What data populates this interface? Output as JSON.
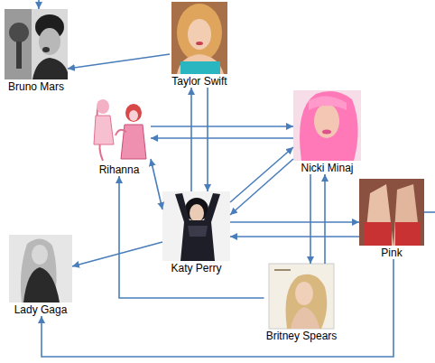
{
  "diagram": {
    "nodes": [
      {
        "text": [
          "Bruno Mars"
        ]
      },
      {
        "text": [
          "Taylor Swift"
        ]
      },
      {
        "text": [
          "Rihanna"
        ]
      },
      {
        "text": [
          "Nicki Minaj"
        ]
      },
      {
        "text": [
          "Katy Perry"
        ]
      },
      {
        "text": [
          "Pink"
        ]
      },
      {
        "text": [
          "Lady Gaga"
        ]
      },
      {
        "text": [
          "Britney Spears"
        ]
      }
    ],
    "edges": [
      {
        "from": 1,
        "to": 0,
        "arrow": "to"
      },
      {
        "from": 4,
        "to": 1,
        "arrow": "to"
      },
      {
        "from": 1,
        "to": 4,
        "arrow": "to"
      },
      {
        "from": 2,
        "to": 3,
        "arrow": "to"
      },
      {
        "from": 3,
        "to": 2,
        "arrow": "to"
      },
      {
        "from": 2,
        "to": 4,
        "arrow": "both"
      },
      {
        "from": 4,
        "to": 3,
        "arrow": "to"
      },
      {
        "from": 3,
        "to": 4,
        "arrow": "to"
      },
      {
        "from": 4,
        "to": 5,
        "arrow": "to"
      },
      {
        "from": 5,
        "to": 4,
        "arrow": "to"
      },
      {
        "from": 4,
        "to": 6,
        "arrow": "to"
      },
      {
        "from": 3,
        "to": 7,
        "arrow": "to"
      },
      {
        "from": 7,
        "to": 3,
        "arrow": "to"
      },
      {
        "from": 7,
        "to": 2,
        "arrow": "to"
      },
      {
        "from": 5,
        "to": 6,
        "arrow": "to"
      }
    ]
  }
}
